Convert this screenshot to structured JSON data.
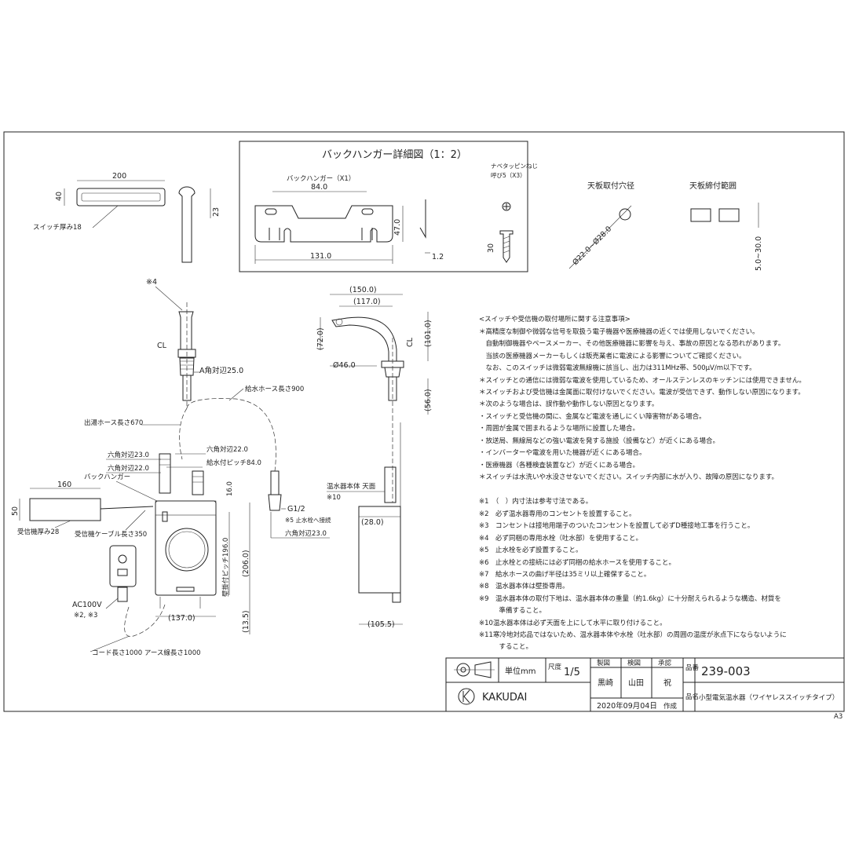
{
  "detail": {
    "title": "バックハンガー詳細図（1：2）",
    "hanger_label": "バックハンガー（X1）",
    "screw_label_1": "ナベタッピンねじ",
    "screw_label_2": "呼び5（X3）",
    "dim_84": "84.0",
    "dim_131": "131.0",
    "dim_47": "47.0",
    "dim_1_2": "1.2",
    "dim_30": "30",
    "hole_title": "天板取付穴径",
    "hole_dim": "Ø22.0~Ø28.0",
    "range_title": "天板締付範囲",
    "range_dim": "5.0~30.0"
  },
  "switch_view": {
    "dim_200": "200",
    "dim_40": "40",
    "dim_23": "23",
    "thickness": "スイッチ厚み18"
  },
  "faucet_side": {
    "note4": "※4",
    "cl": "CL",
    "hex25": "A角対辺25.0"
  },
  "faucet_front": {
    "dim_150": "(150.0)",
    "dim_117": "(117.0)",
    "dim_72": "(72.0)",
    "dim_101": "(101.0)",
    "dim_46": "Ø46.0",
    "dim_56": "(56.0)",
    "cl": "CL"
  },
  "heater": {
    "supply_hose": "給水ホース長さ900",
    "outlet_hose": "出湯ホース長さ670",
    "hex23": "六角対辺23.0",
    "hex22a": "六角対辺22.0",
    "hex22b": "六角対辺22.0",
    "pitch": "給水付ピッチ84.0",
    "dim_16": "16.0",
    "back_hanger": "バックハンガー",
    "g12": "G1/2",
    "note5": "※5 止水栓へ接続",
    "hex23b": "六角対辺23.0",
    "dim_196": "壁掛付ピッチ196.0",
    "dim_206": "(206.0)",
    "dim_137": "(137.0)",
    "dim_13_5": "(13.5)",
    "dim_160": "160",
    "dim_50": "50",
    "receiver_thick": "受信機厚み28",
    "cable": "受信機ケーブル長さ350",
    "ac": "AC100V",
    "ac_notes": "※2, ※3",
    "cord": "コード長さ1000 アース線長さ1000"
  },
  "side_view": {
    "label": "温水器本体 天面",
    "note10": "※10",
    "dim_28": "(28.0)",
    "dim_105": "(105.5)"
  },
  "notes_top": [
    "<スイッチや受信機の取付場所に関する注意事項>",
    "＊高精度な制御や微弱な信号を取扱う電子機器や医療機器の近くでは使用しないでください。",
    "　自動制御機器やペースメーカー、その他医療機器に影響を与え、事故の原因となる恐れがあります。",
    "　当該の医療機器メーカーもしくは販売業者に電波による影響についてご確認ください。",
    "　なお、このスイッチは微弱電波無線機に該当し、出力は311MHz帯、500μV/m以下です。",
    "＊スイッチとの通信には微弱な電波を使用しているため、オールステンレスのキッチンには使用できません。",
    "＊スイッチおよび受信機は金属面に取付けないでください。電波が受信できず、動作しない原因になります。",
    "＊次のような場合は、誤作動や動作しない原因となります。",
    "・スイッチと受信機の間に、金属など電波を通しにくい障害物がある場合。",
    "・周囲が金属で囲まれるような場所に設置した場合。",
    "・放送局、無線局などの強い電波を発する施設（設備など）が近くにある場合。",
    "・インバーターや電波を用いた機器が近くにある場合。",
    "・医療機器（各種検査装置など）が近くにある場合。",
    "＊スイッチは水洗いや水没させないでください。スイッチ内部に水が入り、故障の原因になります。"
  ],
  "notes_bottom": [
    "※1　（　）内寸法は参考寸法である。",
    "※2　必ず温水器専用のコンセントを設置すること。",
    "※3　コンセントは接地用端子のついたコンセントを設置して必ずD種接地工事を行うこと。",
    "※4　必ず同梱の専用水栓（吐水部）を使用すること。",
    "※5　止水栓を必ず設置すること。",
    "※6　止水栓との接続には必ず同梱の給水ホースを使用すること。",
    "※7　給水ホースの曲げ半径は35ミリ以上確保すること。",
    "※8　温水器本体は壁掛専用。",
    "※9　温水器本体の取付下地は、温水器本体の重量（約1.6kg）に十分耐えられるような構造、材質を",
    "　　　準備すること。",
    "※10温水器本体は必ず天面を上にして水平に取り付けること。",
    "※11寒冷地対応品ではないため、温水器本体や水栓（吐水部）の周囲の温度が氷点下にならないように",
    "　　　すること。"
  ],
  "title_block": {
    "unit": "単位mm",
    "scale_label": "尺度",
    "scale": "1/5",
    "h_draw": "製図",
    "h_check": "検図",
    "h_approve": "承認",
    "p_draw": "黒崎",
    "p_check": "山田",
    "p_approve": "祝",
    "no_label": "品番",
    "part_no": "239-003",
    "name_label": "品名",
    "product_name": "小型電気温水器（ワイヤレススイッチタイプ）",
    "date": "2020年09月04日",
    "made": "作成",
    "brand": "KAKUDAI",
    "size": "A3"
  }
}
